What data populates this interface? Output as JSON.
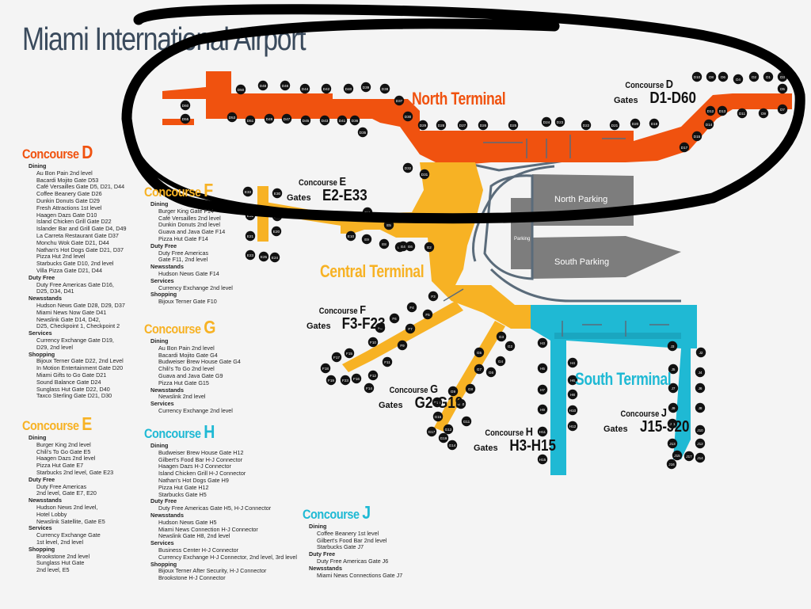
{
  "title": "Miami International Airport",
  "colors": {
    "north": "#f0520f",
    "central": "#f7b224",
    "south": "#1fb9d4",
    "parking": "#7d7d7d",
    "road": "#5a6b7a",
    "scribble": "#000000"
  },
  "terminals": {
    "north": "North Terminal",
    "central": "Central Terminal",
    "south": "South Terminal",
    "north_parking": "North Parking",
    "south_parking": "South Parking",
    "parking": "Parking"
  },
  "concourse_labels": {
    "d": {
      "prefix": "Concourse",
      "letter": "D",
      "gates_word": "Gates",
      "gates": "D1-D60"
    },
    "e": {
      "prefix": "Concourse",
      "letter": "E",
      "gates_word": "Gates",
      "gates": "E2-E33"
    },
    "f": {
      "prefix": "Concourse",
      "letter": "F",
      "gates_word": "Gates",
      "gates": "F3-F23"
    },
    "g": {
      "prefix": "Concourse",
      "letter": "G",
      "gates_word": "Gates",
      "gates": "G2-G19"
    },
    "h": {
      "prefix": "Concourse",
      "letter": "H",
      "gates_word": "Gates",
      "gates": "H3-H15"
    },
    "j": {
      "prefix": "Concourse",
      "letter": "J",
      "gates_word": "Gates",
      "gates": "J15-J20"
    }
  },
  "gates": {
    "north": [
      "D60",
      "D55",
      "D53",
      "D51",
      "D50",
      "D48",
      "D46",
      "D44",
      "D42",
      "D40",
      "D39",
      "D38",
      "D49",
      "D47",
      "D45",
      "D43",
      "D41",
      "D36",
      "D35",
      "D37",
      "D30",
      "D29",
      "D28",
      "D27",
      "D26",
      "D25",
      "D24",
      "D23",
      "D22",
      "D21",
      "D20",
      "D19",
      "D17",
      "D15",
      "D14",
      "D12",
      "D10",
      "D8",
      "D6",
      "D4",
      "D2",
      "D1",
      "D3",
      "D5",
      "D7",
      "D9",
      "D11",
      "D13",
      "D32",
      "D31"
    ],
    "central": [
      "E33",
      "E30",
      "E31",
      "E32",
      "E21",
      "E20",
      "E23",
      "E25",
      "E24",
      "E11",
      "E10",
      "E9",
      "E8",
      "E7",
      "E6",
      "E5",
      "E4",
      "E2"
    ],
    "f": [
      "F3",
      "F4",
      "F5",
      "F6",
      "F7",
      "F8",
      "F9",
      "F10",
      "F11",
      "F12",
      "F14",
      "F15",
      "F16",
      "F17",
      "F18",
      "F19",
      "F23"
    ],
    "g": [
      "G2",
      "G3",
      "G4",
      "G5",
      "G6",
      "G7",
      "G8",
      "G9",
      "G10",
      "G11",
      "G12",
      "G14",
      "G15",
      "G16",
      "G17",
      "G19"
    ],
    "h": [
      "H3",
      "H4",
      "H5",
      "H6",
      "H7",
      "H8",
      "H9",
      "H10",
      "H11",
      "H12",
      "H15"
    ],
    "j": [
      "J2",
      "J3",
      "J4",
      "J5",
      "J6",
      "J7",
      "J8",
      "J9",
      "J10",
      "J11",
      "J12",
      "J13",
      "J14",
      "J15",
      "J16",
      "J17"
    ]
  },
  "guide": {
    "d": {
      "heading_prefix": "Concourse ",
      "heading_letter": "D",
      "groups": [
        {
          "name": "Dining",
          "items": [
            "Au Bon Pain 2nd level",
            "Bacardi Mojito Gate D53",
            "Café Versailles Gate D5, D21, D44",
            "Coffee Beanery Gate D26",
            "Dunkin Donuts Gate D29",
            "Fresh Attractions 1st level",
            "Haagen Dazs Gate D10",
            "Island Chicken Grill Gate D22",
            "Islander Bar and Grill Gate D4, D49",
            "La Carreta Restaurant Gate D37",
            "Monchu Wok Gate D21, D44",
            "Nathan's Hot Dogs Gate D21, D37",
            "Pizza Hut 2nd level",
            "Starbucks Gate D10, 2nd level",
            "Villa Pizza Gate D21, D44"
          ]
        },
        {
          "name": "Duty Free",
          "items": [
            "Duty Free Americas Gate D16,",
            "D25, D34, D41"
          ]
        },
        {
          "name": "Newsstands",
          "items": [
            "Hudson News Gate D28, D29, D37",
            "Miami News Now Gate D41",
            "Newslink Gate D14, D42,",
            "D25, Checkpoint 1, Checkpoint 2"
          ]
        },
        {
          "name": "Services",
          "items": [
            "Currency Exchange Gate D19,",
            "D29, 2nd level"
          ]
        },
        {
          "name": "Shopping",
          "items": [
            "Bijoux Terner Gate D22, 2nd Level",
            "In Motion Entertainment Gate D20",
            "Miami Gifts to Go Gate D21",
            "Sound Balance Gate D24",
            "Sunglass Hut Gate D22, D40",
            "Taxco Sterling Gate D21, D30"
          ]
        }
      ]
    },
    "e": {
      "heading_prefix": "Concourse ",
      "heading_letter": "E",
      "groups": [
        {
          "name": "Dining",
          "items": [
            "Burger King 2nd level",
            "Chili's To Go Gate E5",
            "Haagen Dazs 2nd level",
            "Pizza Hut Gate E7",
            "Starbucks 2nd level, Gate E23"
          ]
        },
        {
          "name": "Duty Free",
          "items": [
            "Duty Free Americas",
            "2nd level, Gate E7, E20"
          ]
        },
        {
          "name": "Newsstands",
          "items": [
            "Hudson News 2nd level,",
            "Hotel Lobby",
            "Newslink Satellite, Gate E5"
          ]
        },
        {
          "name": "Services",
          "items": [
            "Currency Exchange Gate",
            "1st level, 2nd level"
          ]
        },
        {
          "name": "Shopping",
          "items": [
            "Brookstone 2nd level",
            "Sunglass Hut Gate",
            "2nd level, E5"
          ]
        }
      ]
    },
    "f": {
      "heading_prefix": "Concourse ",
      "heading_letter": "F",
      "groups": [
        {
          "name": "Dining",
          "items": [
            "Burger King Gate F14",
            "Café Versailles 2nd level",
            "Dunkin Donuts 2nd level",
            "Guava and Java Gate F14",
            "Pizza Hut Gate F14"
          ]
        },
        {
          "name": "Duty Free",
          "items": [
            "Duty Free Americas",
            "Gate F11, 2nd level"
          ]
        },
        {
          "name": "Newsstands",
          "items": [
            "Hudson News Gate F14"
          ]
        },
        {
          "name": "Services",
          "items": [
            "Currency Exchange 2nd level"
          ]
        },
        {
          "name": "Shopping",
          "items": [
            "Bijoux Terner Gate F10"
          ]
        }
      ]
    },
    "g": {
      "heading_prefix": "Concourse ",
      "heading_letter": "G",
      "groups": [
        {
          "name": "Dining",
          "items": [
            "Au Bon Pain 2nd level",
            "Bacardi Mojito Gate G4",
            "Budweiser Brew House Gate G4",
            "Chili's To Go 2nd level",
            "Guava and Java Gate G9",
            "Pizza Hut Gate G15"
          ]
        },
        {
          "name": "Newsstands",
          "items": [
            "Newslink 2nd level"
          ]
        },
        {
          "name": "Services",
          "items": [
            "Currency Exchange 2nd level"
          ]
        }
      ]
    },
    "h": {
      "heading_prefix": "Concourse ",
      "heading_letter": "H",
      "groups": [
        {
          "name": "Dining",
          "items": [
            "Budweiser Brew House Gate H12",
            "Gilbert's Food Bar H-J Connector",
            "Haagen Dazs H-J Connector",
            "Island Chicken Grill H-J Connector",
            "Nathan's Hot Dogs Gate H9",
            "Pizza Hut Gate H12",
            "Starbucks Gate H5"
          ]
        },
        {
          "name": "Duty Free",
          "items": [
            "Duty Free Americas Gate H5, H-J Connector"
          ]
        },
        {
          "name": "Newsstands",
          "items": [
            "Hudson News Gate H5",
            "Miami News Connection H-J Connector",
            "Newslink Gate H8, 2nd level"
          ]
        },
        {
          "name": "Services",
          "items": [
            "Business Center H-J Connector",
            "Currency Exchange H-J Connector, 2nd level, 3rd level"
          ]
        },
        {
          "name": "Shopping",
          "items": [
            "Bijoux Terner After Security, H-J Connector",
            "Brookstone H-J Connector"
          ]
        }
      ]
    },
    "j": {
      "heading_prefix": "Concourse ",
      "heading_letter": "J",
      "groups": [
        {
          "name": "Dining",
          "items": [
            "Coffee Beanery 1st level",
            "Gilbert's Food Bar 2nd level",
            "Starbucks Gate J7"
          ]
        },
        {
          "name": "Duty Free",
          "items": [
            "Duty Free Americas Gate J6"
          ]
        },
        {
          "name": "Newsstands",
          "items": [
            "Miami News Connections Gate J7"
          ]
        }
      ]
    }
  }
}
